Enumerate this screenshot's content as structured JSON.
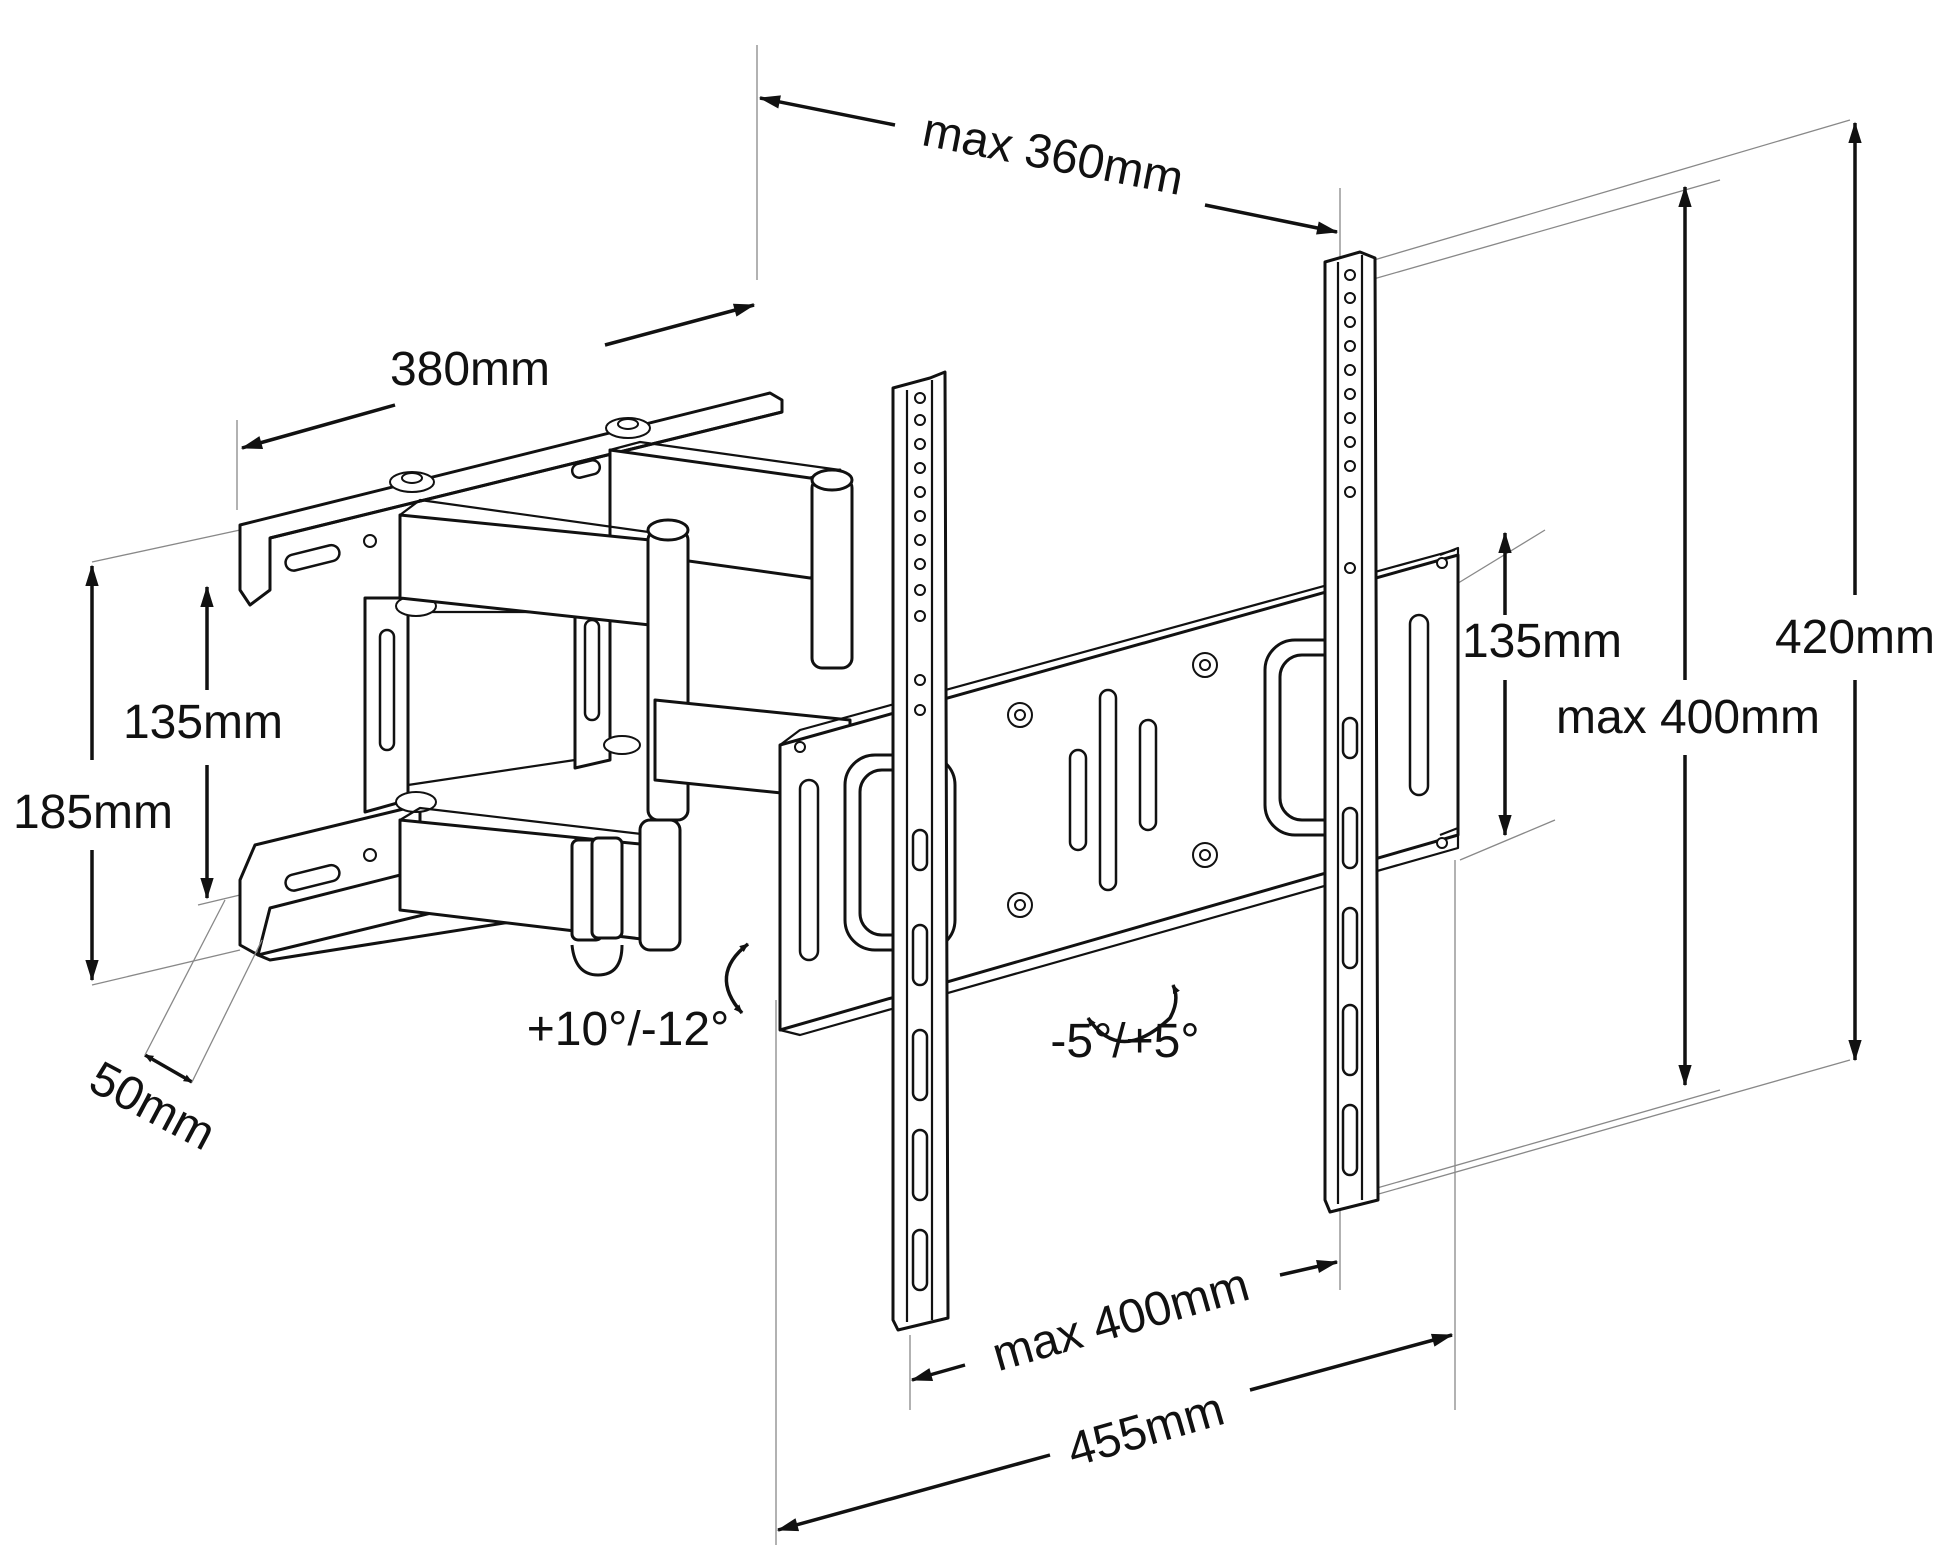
{
  "labels": {
    "wall_width": "380mm",
    "depth_max": "max 360mm",
    "wall_inner_height": "135mm",
    "wall_outer_height": "185mm",
    "wall_thickness": "50mm",
    "tilt": "+10°/-12°",
    "swivel": "-5°/+5°",
    "plate_inner_height": "135mm",
    "vesa_max_vertical": "max 400mm",
    "plate_outer_height": "420mm",
    "vesa_max_horizontal": "max 400mm",
    "plate_width": "455mm"
  },
  "colors": {
    "line": "#111111",
    "extension_line": "#888888",
    "background": "#ffffff"
  },
  "icons": {
    "tilt_arrow": "curved-arrow-icon",
    "swivel_arrow": "curved-arrow-icon"
  }
}
